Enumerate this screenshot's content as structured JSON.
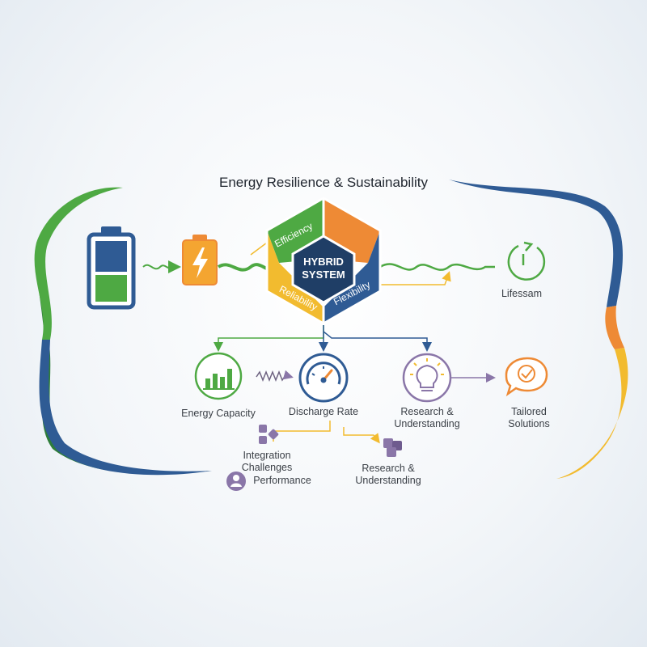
{
  "title": "Energy Resilience & Sustainability",
  "hub": {
    "center_line1": "HYBRID",
    "center_line2": "SYSTEM",
    "segments": [
      "Efficiency",
      "Reliability",
      "Flexibility"
    ]
  },
  "labels": {
    "lifespan": "Lifessam",
    "energy_capacity": "Energy Capacity",
    "discharge_rate": "Discharge Rate",
    "research_1_line1": "Research &",
    "research_1_line2": "Understanding",
    "tailored_line1": "Tailored",
    "tailored_line2": "Solutions",
    "integration_line1": "Integration",
    "integration_line2": "Challenges",
    "performance": "Performance",
    "research_2_line1": "Research &",
    "research_2_line2": "Understanding"
  },
  "colors": {
    "green": "#4ea943",
    "blue": "#2f5b94",
    "orange": "#ee8a35",
    "yellow": "#f2bb2f",
    "purple": "#8a76a8",
    "navy_hex": "#1f3e66"
  },
  "icons": [
    "battery-icon",
    "charging-battery-icon",
    "timer-icon",
    "bar-chart-icon",
    "gauge-icon",
    "lightbulb-icon",
    "chat-check-icon",
    "puzzle-icon",
    "person-icon",
    "gears-icon"
  ]
}
